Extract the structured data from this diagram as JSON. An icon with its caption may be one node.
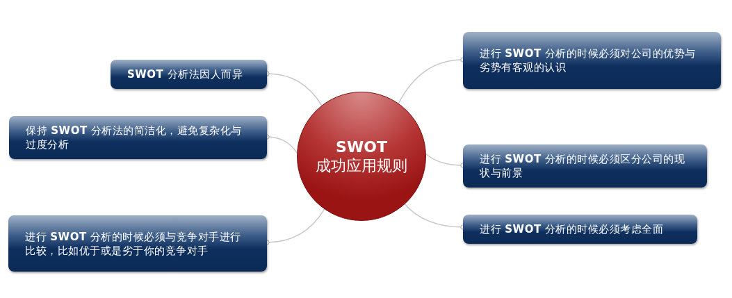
{
  "diagram": {
    "nodes": [
      {
        "text": [
          "SWOT",
          "成功应用规则"
        ]
      },
      {
        "text": [
          "**SWOT** 分析法因人而异"
        ]
      },
      {
        "text": [
          "保持 **SWOT** 分析法的简洁化，避免复杂化与过度分析"
        ]
      },
      {
        "text": [
          "进行 **SWOT** 分析的时候必须与竞争对手进行比较，比如优于或是劣于你的竞争对手"
        ]
      },
      {
        "text": [
          "进行 **SWOT** 分析的时候必须对公司的优势与劣势有客观的认识"
        ]
      },
      {
        "text": [
          "进行 **SWOT** 分析的时候必须区分公司的现状与前景"
        ]
      },
      {
        "text": [
          "进行 **SWOT** 分析的时候必须考虑全面"
        ]
      }
    ],
    "edges": [
      {
        "from": 0,
        "to": 1,
        "arrow": "other"
      },
      {
        "from": 0,
        "to": 2,
        "arrow": "other"
      },
      {
        "from": 0,
        "to": 3,
        "arrow": "other"
      },
      {
        "from": 0,
        "to": 4,
        "arrow": "other"
      },
      {
        "from": 0,
        "to": 5,
        "arrow": "other"
      },
      {
        "from": 0,
        "to": 6,
        "arrow": "other"
      }
    ]
  }
}
